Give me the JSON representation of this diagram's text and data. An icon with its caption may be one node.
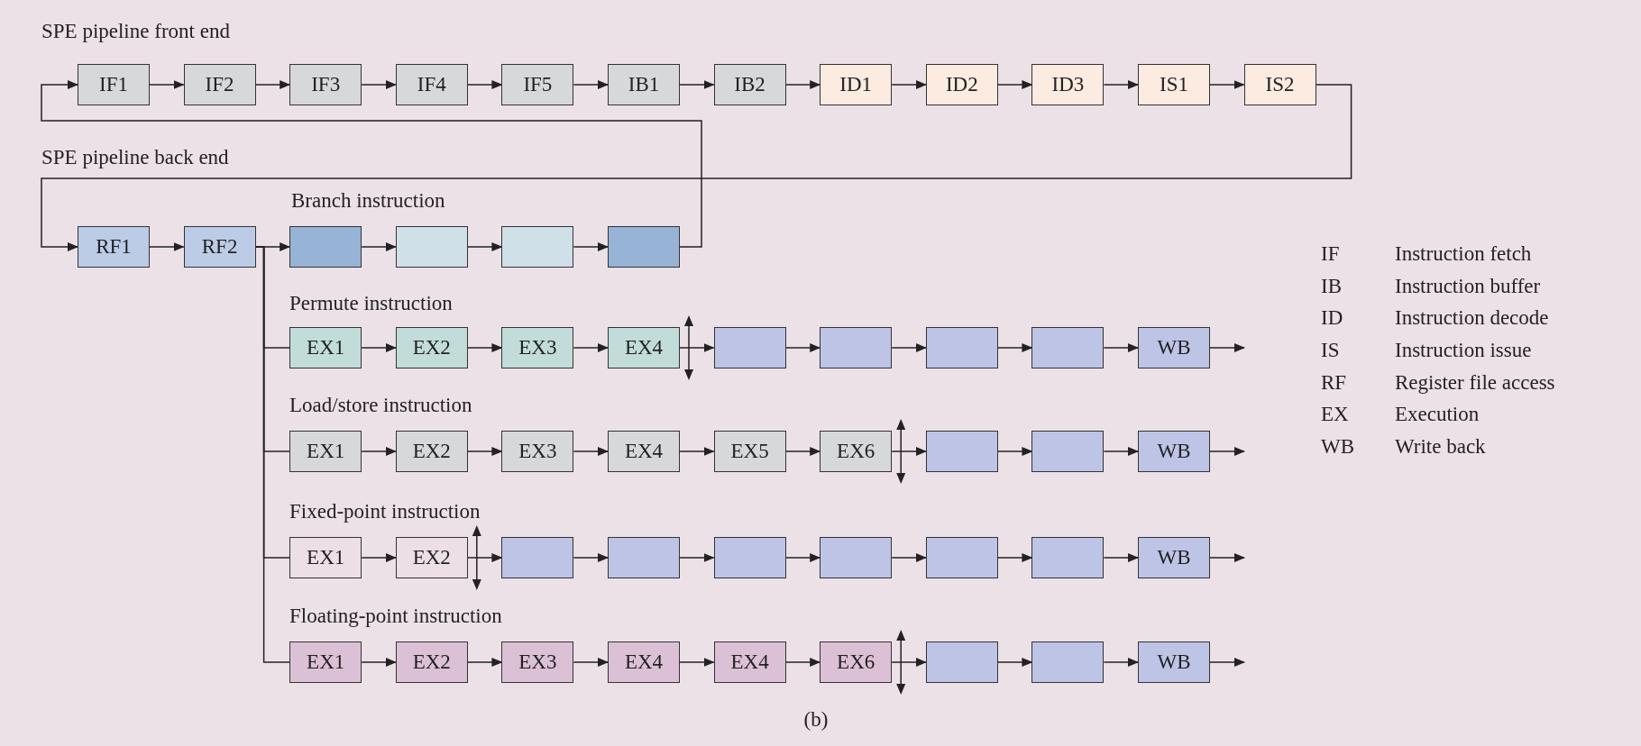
{
  "diagram": {
    "caption": "(b)",
    "nodes": [
      {
        "text": [
          "IF1"
        ]
      },
      {
        "text": [
          "IF2"
        ]
      },
      {
        "text": [
          "IF3"
        ]
      },
      {
        "text": [
          "IF4"
        ]
      },
      {
        "text": [
          "IF5"
        ]
      },
      {
        "text": [
          "IB1"
        ]
      },
      {
        "text": [
          "IB2"
        ]
      },
      {
        "text": [
          "ID1"
        ]
      },
      {
        "text": [
          "ID2"
        ]
      },
      {
        "text": [
          "ID3"
        ]
      },
      {
        "text": [
          "IS1"
        ]
      },
      {
        "text": [
          "IS2"
        ]
      },
      {
        "text": [
          "RF1"
        ]
      },
      {
        "text": [
          "RF2"
        ]
      },
      {
        "text": [],
        "shape": "box"
      },
      {
        "text": [],
        "shape": "box"
      },
      {
        "text": [],
        "shape": "box"
      },
      {
        "text": [],
        "shape": "box"
      },
      {
        "text": [
          "EX1"
        ]
      },
      {
        "text": [
          "EX2"
        ]
      },
      {
        "text": [
          "EX3"
        ]
      },
      {
        "text": [
          "EX4"
        ]
      },
      {
        "text": [],
        "shape": "box"
      },
      {
        "text": [],
        "shape": "box"
      },
      {
        "text": [],
        "shape": "box"
      },
      {
        "text": [],
        "shape": "box"
      },
      {
        "text": [
          "WB"
        ]
      },
      {
        "text": [
          "EX1"
        ]
      },
      {
        "text": [
          "EX2"
        ]
      },
      {
        "text": [
          "EX3"
        ]
      },
      {
        "text": [
          "EX4"
        ]
      },
      {
        "text": [
          "EX5"
        ]
      },
      {
        "text": [
          "EX6"
        ]
      },
      {
        "text": [],
        "shape": "box"
      },
      {
        "text": [],
        "shape": "box"
      },
      {
        "text": [
          "WB"
        ]
      },
      {
        "text": [
          "EX1"
        ]
      },
      {
        "text": [
          "EX2"
        ]
      },
      {
        "text": [],
        "shape": "box"
      },
      {
        "text": [],
        "shape": "box"
      },
      {
        "text": [],
        "shape": "box"
      },
      {
        "text": [],
        "shape": "box"
      },
      {
        "text": [],
        "shape": "box"
      },
      {
        "text": [],
        "shape": "box"
      },
      {
        "text": [
          "WB"
        ]
      },
      {
        "text": [
          "EX1"
        ]
      },
      {
        "text": [
          "EX2"
        ]
      },
      {
        "text": [
          "EX3"
        ]
      },
      {
        "text": [
          "EX4"
        ]
      },
      {
        "text": [
          "EX4"
        ]
      },
      {
        "text": [
          "EX6"
        ]
      },
      {
        "text": [],
        "shape": "box"
      },
      {
        "text": [],
        "shape": "box"
      },
      {
        "text": [
          "WB"
        ]
      }
    ],
    "edges": [
      {
        "from": 0,
        "to": 1,
        "arrow": "to"
      },
      {
        "from": 1,
        "to": 2,
        "arrow": "to"
      },
      {
        "from": 2,
        "to": 3,
        "arrow": "to"
      },
      {
        "from": 3,
        "to": 4,
        "arrow": "to"
      },
      {
        "from": 4,
        "to": 5,
        "arrow": "to"
      },
      {
        "from": 5,
        "to": 6,
        "arrow": "to"
      },
      {
        "from": 6,
        "to": 7,
        "arrow": "to"
      },
      {
        "from": 7,
        "to": 8,
        "arrow": "to"
      },
      {
        "from": 8,
        "to": 9,
        "arrow": "to"
      },
      {
        "from": 9,
        "to": 10,
        "arrow": "to"
      },
      {
        "from": 10,
        "to": 11,
        "arrow": "to"
      },
      {
        "from": 11,
        "to": 12,
        "arrow": "to"
      },
      {
        "from": 12,
        "to": 13,
        "arrow": "to"
      },
      {
        "from": 13,
        "to": 14,
        "arrow": "to"
      },
      {
        "from": 14,
        "to": 15,
        "arrow": "to"
      },
      {
        "from": 15,
        "to": 16,
        "arrow": "to"
      },
      {
        "from": 16,
        "to": 17,
        "arrow": "to"
      },
      {
        "from": 17,
        "to": 0,
        "arrow": "to"
      },
      {
        "from": 13,
        "to": 18,
        "arrow": "none"
      },
      {
        "from": 13,
        "to": 27,
        "arrow": "none"
      },
      {
        "from": 13,
        "to": 36,
        "arrow": "none"
      },
      {
        "from": 13,
        "to": 45,
        "arrow": "none"
      },
      {
        "from": 18,
        "to": 19,
        "arrow": "to"
      },
      {
        "from": 19,
        "to": 20,
        "arrow": "to"
      },
      {
        "from": 20,
        "to": 21,
        "arrow": "to"
      },
      {
        "from": 21,
        "to": 22,
        "arrow": "to"
      },
      {
        "from": 22,
        "to": 23,
        "arrow": "to"
      },
      {
        "from": 23,
        "to": 24,
        "arrow": "to"
      },
      {
        "from": 24,
        "to": 25,
        "arrow": "to"
      },
      {
        "from": 25,
        "to": 26,
        "arrow": "to"
      },
      {
        "from": 26,
        "to": null,
        "arrow": "to"
      },
      {
        "from": 27,
        "to": 28,
        "arrow": "to"
      },
      {
        "from": 28,
        "to": 29,
        "arrow": "to"
      },
      {
        "from": 29,
        "to": 30,
        "arrow": "to"
      },
      {
        "from": 30,
        "to": 31,
        "arrow": "to"
      },
      {
        "from": 31,
        "to": 32,
        "arrow": "to"
      },
      {
        "from": 32,
        "to": 33,
        "arrow": "to"
      },
      {
        "from": 33,
        "to": 34,
        "arrow": "to"
      },
      {
        "from": 34,
        "to": 35,
        "arrow": "to"
      },
      {
        "from": 35,
        "to": null,
        "arrow": "to"
      },
      {
        "from": 36,
        "to": 37,
        "arrow": "to"
      },
      {
        "from": 37,
        "to": 38,
        "arrow": "to"
      },
      {
        "from": 38,
        "to": 39,
        "arrow": "to"
      },
      {
        "from": 39,
        "to": 40,
        "arrow": "to"
      },
      {
        "from": 40,
        "to": 41,
        "arrow": "to"
      },
      {
        "from": 41,
        "to": 42,
        "arrow": "to"
      },
      {
        "from": 42,
        "to": 43,
        "arrow": "to"
      },
      {
        "from": 43,
        "to": 44,
        "arrow": "to"
      },
      {
        "from": 44,
        "to": null,
        "arrow": "to"
      },
      {
        "from": 45,
        "to": 46,
        "arrow": "to"
      },
      {
        "from": 46,
        "to": 47,
        "arrow": "to"
      },
      {
        "from": 47,
        "to": 48,
        "arrow": "to"
      },
      {
        "from": 48,
        "to": 49,
        "arrow": "to"
      },
      {
        "from": 49,
        "to": 50,
        "arrow": "to"
      },
      {
        "from": 50,
        "to": 51,
        "arrow": "to"
      },
      {
        "from": 51,
        "to": 52,
        "arrow": "to"
      },
      {
        "from": 52,
        "to": 53,
        "arrow": "to"
      },
      {
        "from": 53,
        "to": null,
        "arrow": "to"
      }
    ],
    "labels": [
      "SPE pipeline front end",
      "SPE pipeline back end",
      "Branch instruction",
      "IF",
      "Instruction fetch",
      "IB",
      "Instruction buffer",
      "ID",
      "Instruction decode",
      "IS",
      "Instruction issue",
      "RF",
      "Register file access",
      "EX",
      "Execution",
      "WB",
      "Write back",
      "Permute instruction",
      "Load/store instruction",
      "Fixed-point instruction",
      "Floating-point instruction"
    ]
  }
}
